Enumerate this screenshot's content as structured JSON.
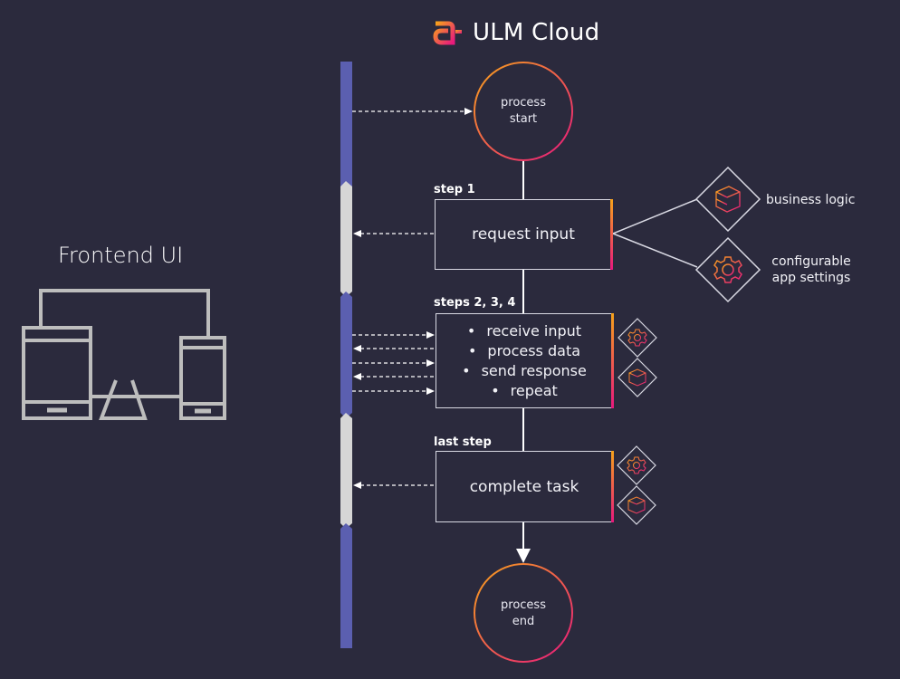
{
  "brand": {
    "name": "ULM Cloud",
    "logo_icon": "ulm-logo-icon"
  },
  "frontend": {
    "label": "Frontend UI",
    "icon": "devices-icon"
  },
  "process_start": {
    "line1": "process",
    "line2": "start"
  },
  "process_end": {
    "line1": "process",
    "line2": "end"
  },
  "step1": {
    "label": "step 1",
    "box_text": "request input"
  },
  "steps234": {
    "label": "steps 2, 3, 4",
    "items": [
      "receive input",
      "process data",
      "send response",
      "repeat"
    ]
  },
  "last_step": {
    "label": "last step",
    "box_text": "complete task"
  },
  "side_items": {
    "business_logic": {
      "label": "business logic",
      "icon": "cube-icon"
    },
    "app_settings": {
      "line1": "configurable",
      "line2": "app settings",
      "icon": "gear-icon"
    }
  },
  "colors": {
    "background": "#2b2a3d",
    "timeline_blue": "#5b5fb0",
    "timeline_grey": "#d6d6d6",
    "accent_orange": "#f7a21b",
    "accent_magenta": "#e8197d"
  }
}
